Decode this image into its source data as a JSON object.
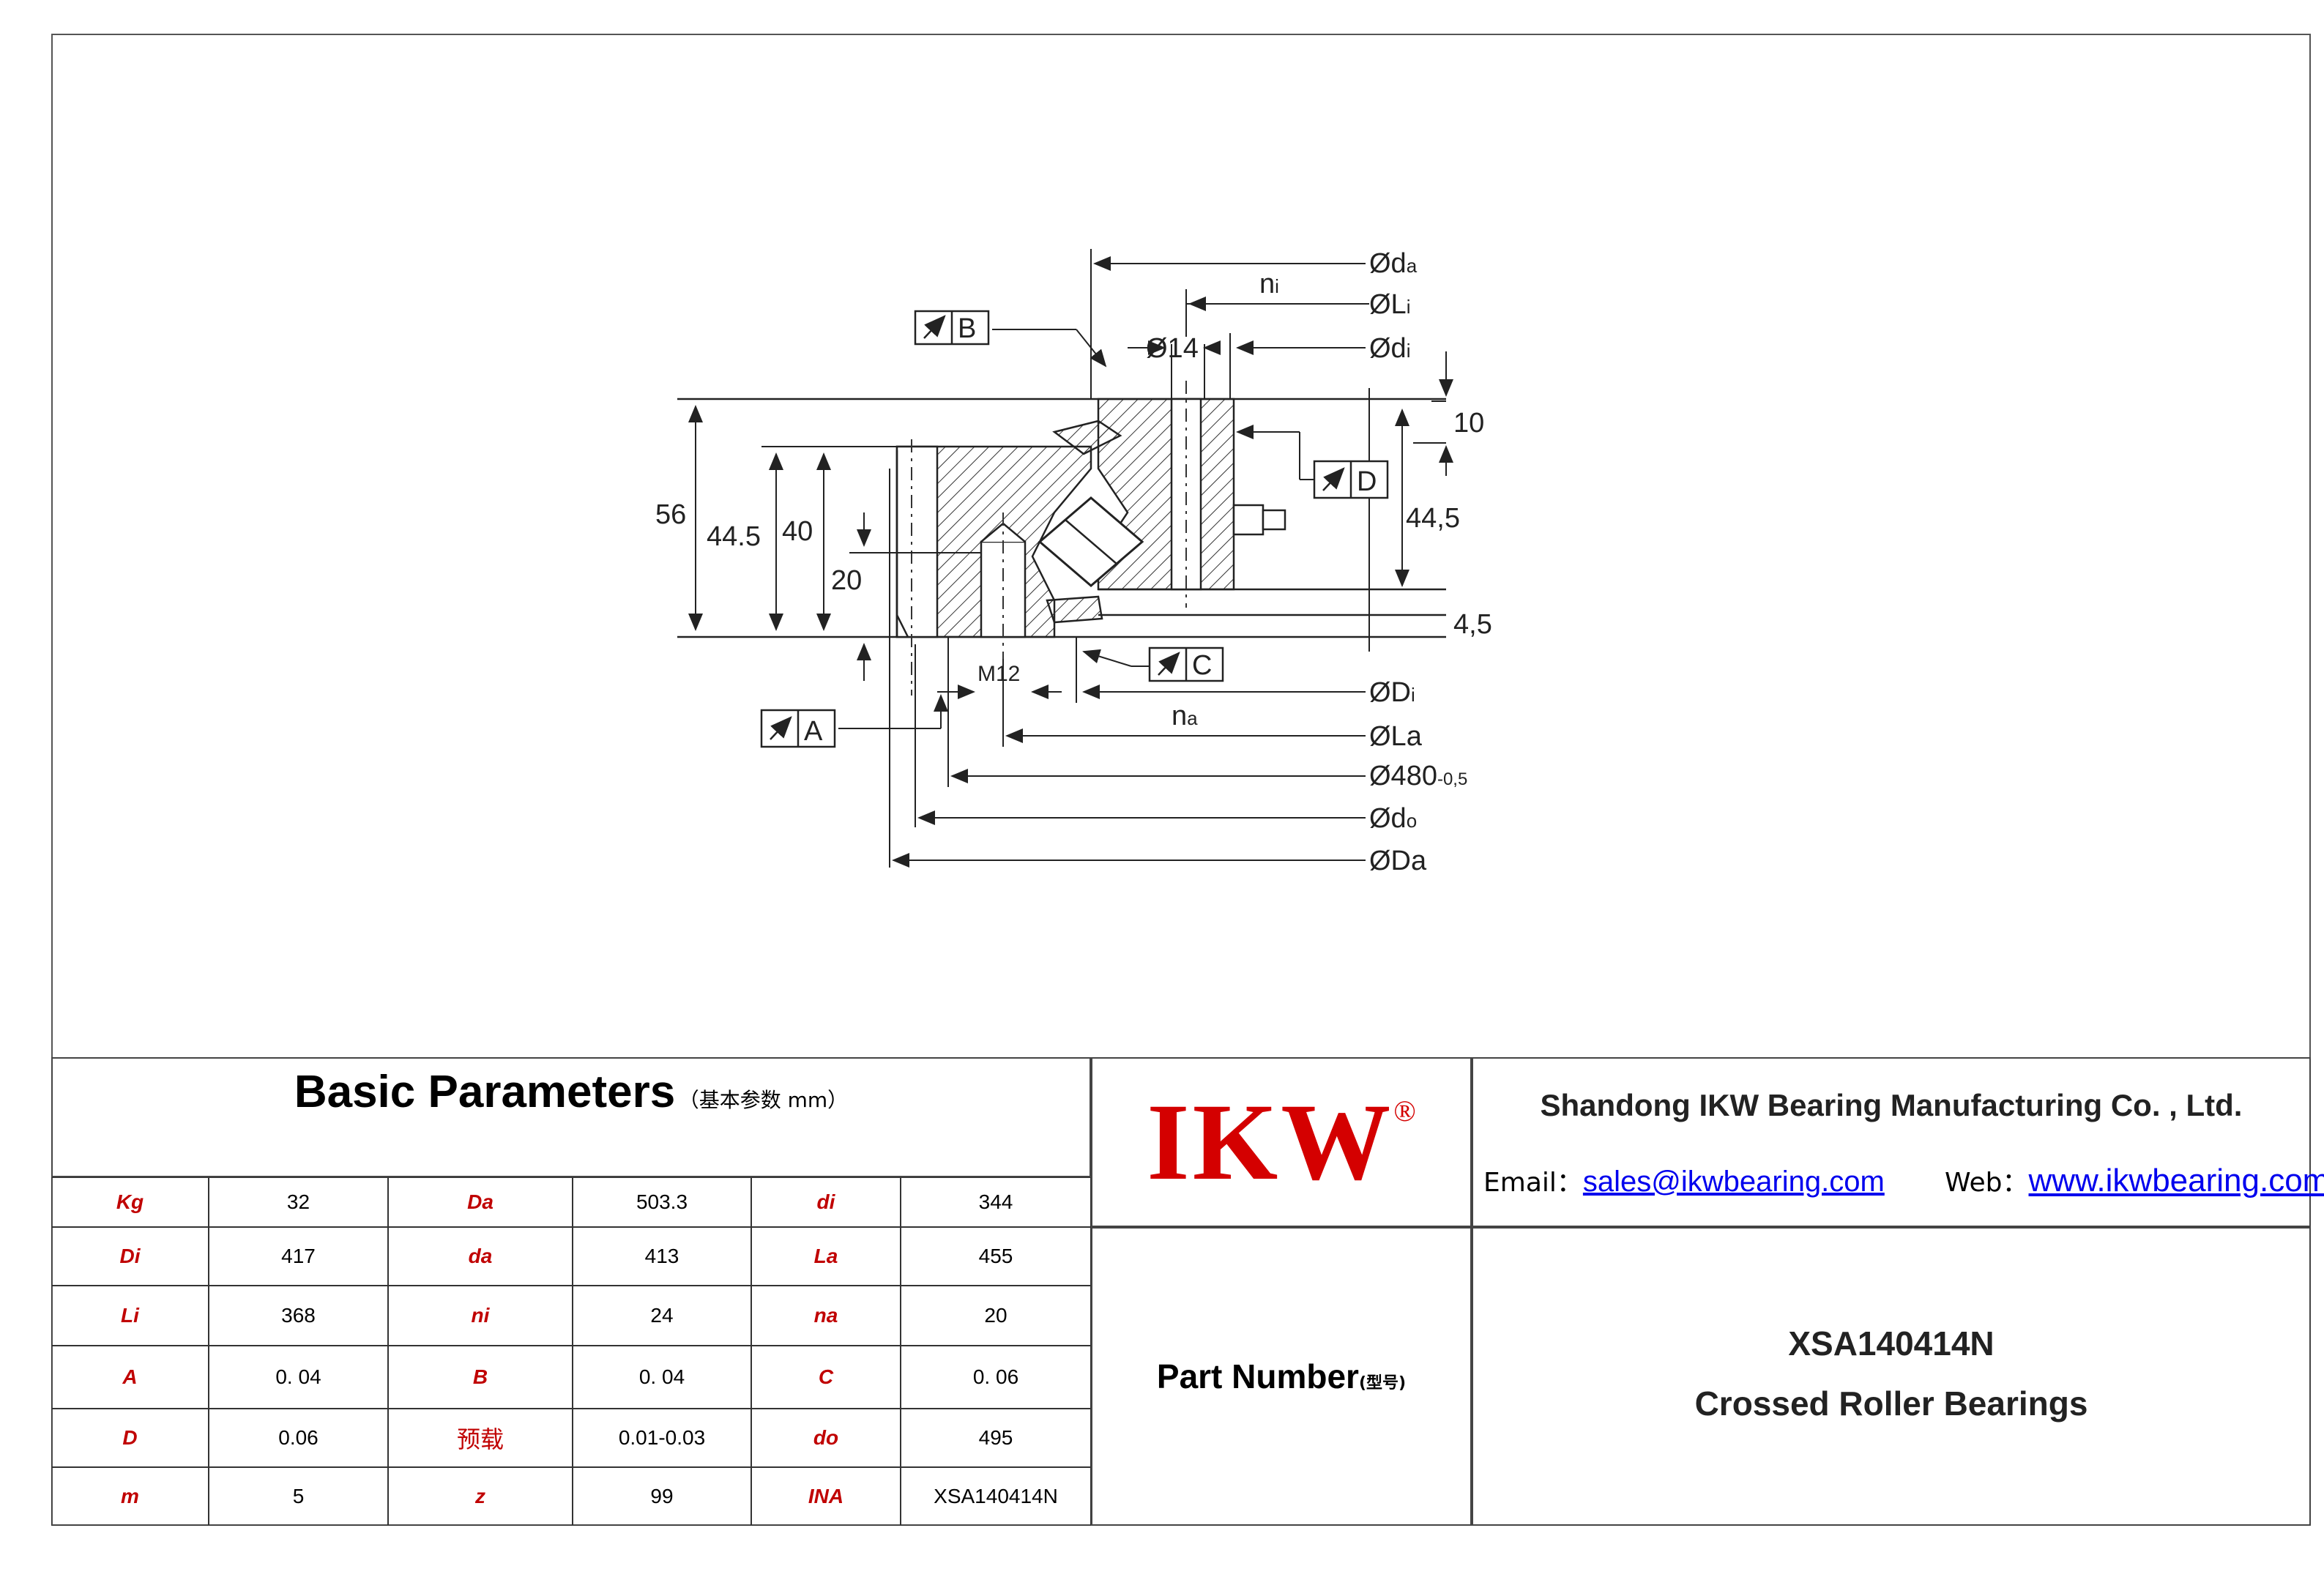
{
  "drawing": {
    "labels": {
      "da": "Ød",
      "da_sub": "a",
      "Li": "ØL",
      "Li_sub": "i",
      "di": "Ød",
      "di_sub": "i",
      "ni": "n",
      "ni_sub": "i",
      "d14": "Ø14",
      "B": "B",
      "D": "D",
      "C": "C",
      "A": "A",
      "h10": "10",
      "h56": "56",
      "h445a": "44.5",
      "h40": "40",
      "h20": "20",
      "h445b": "44,5",
      "h45": "4,5",
      "M12": "M12",
      "Di": "ØD",
      "Di_sub": "i",
      "na": "n",
      "na_sub": "a",
      "La": "ØLa",
      "d480": "Ø480",
      "d480_tol": "-0,5",
      "do": "Ød",
      "do_sub": "o",
      "Da": "ØDa"
    }
  },
  "params": {
    "title": "Basic Parameters",
    "title_sub": "（基本参数 mm）",
    "rows": [
      [
        {
          "k": "Kg",
          "v": "32"
        },
        {
          "k": "Da",
          "v": "503.3"
        },
        {
          "k": "di",
          "v": "344"
        }
      ],
      [
        {
          "k": "Di",
          "v": "417"
        },
        {
          "k": "da",
          "v": "413"
        },
        {
          "k": "La",
          "v": "455"
        }
      ],
      [
        {
          "k": "Li",
          "v": "368"
        },
        {
          "k": "ni",
          "v": "24"
        },
        {
          "k": "na",
          "v": "20"
        }
      ],
      [
        {
          "k": "A",
          "v": "0. 04"
        },
        {
          "k": "B",
          "v": "0. 04"
        },
        {
          "k": "C",
          "v": "0. 06"
        }
      ],
      [
        {
          "k": "D",
          "v": "0.06"
        },
        {
          "k": "预载",
          "v": "0.01-0.03"
        },
        {
          "k": "do",
          "v": "495"
        }
      ],
      [
        {
          "k": "m",
          "v": "5"
        },
        {
          "k": "z",
          "v": "99"
        },
        {
          "k": "INA",
          "v": "XSA140414N"
        }
      ]
    ]
  },
  "brand": {
    "logo": "IKW",
    "registered": "®",
    "company": "Shandong IKW Bearing Manufacturing Co. , Ltd.",
    "email_label": "Email：",
    "email": "sales@ikwbearing.com",
    "web_label": "Web：",
    "web": "www.ikwbearing.com",
    "part_label": "Part Number",
    "part_label_cn": "(型号)",
    "part_number": "XSA140414N",
    "product": "Crossed Roller Bearings"
  },
  "colors": {
    "logo": "#d40000",
    "key": "#c00000",
    "link": "#0000ee"
  }
}
